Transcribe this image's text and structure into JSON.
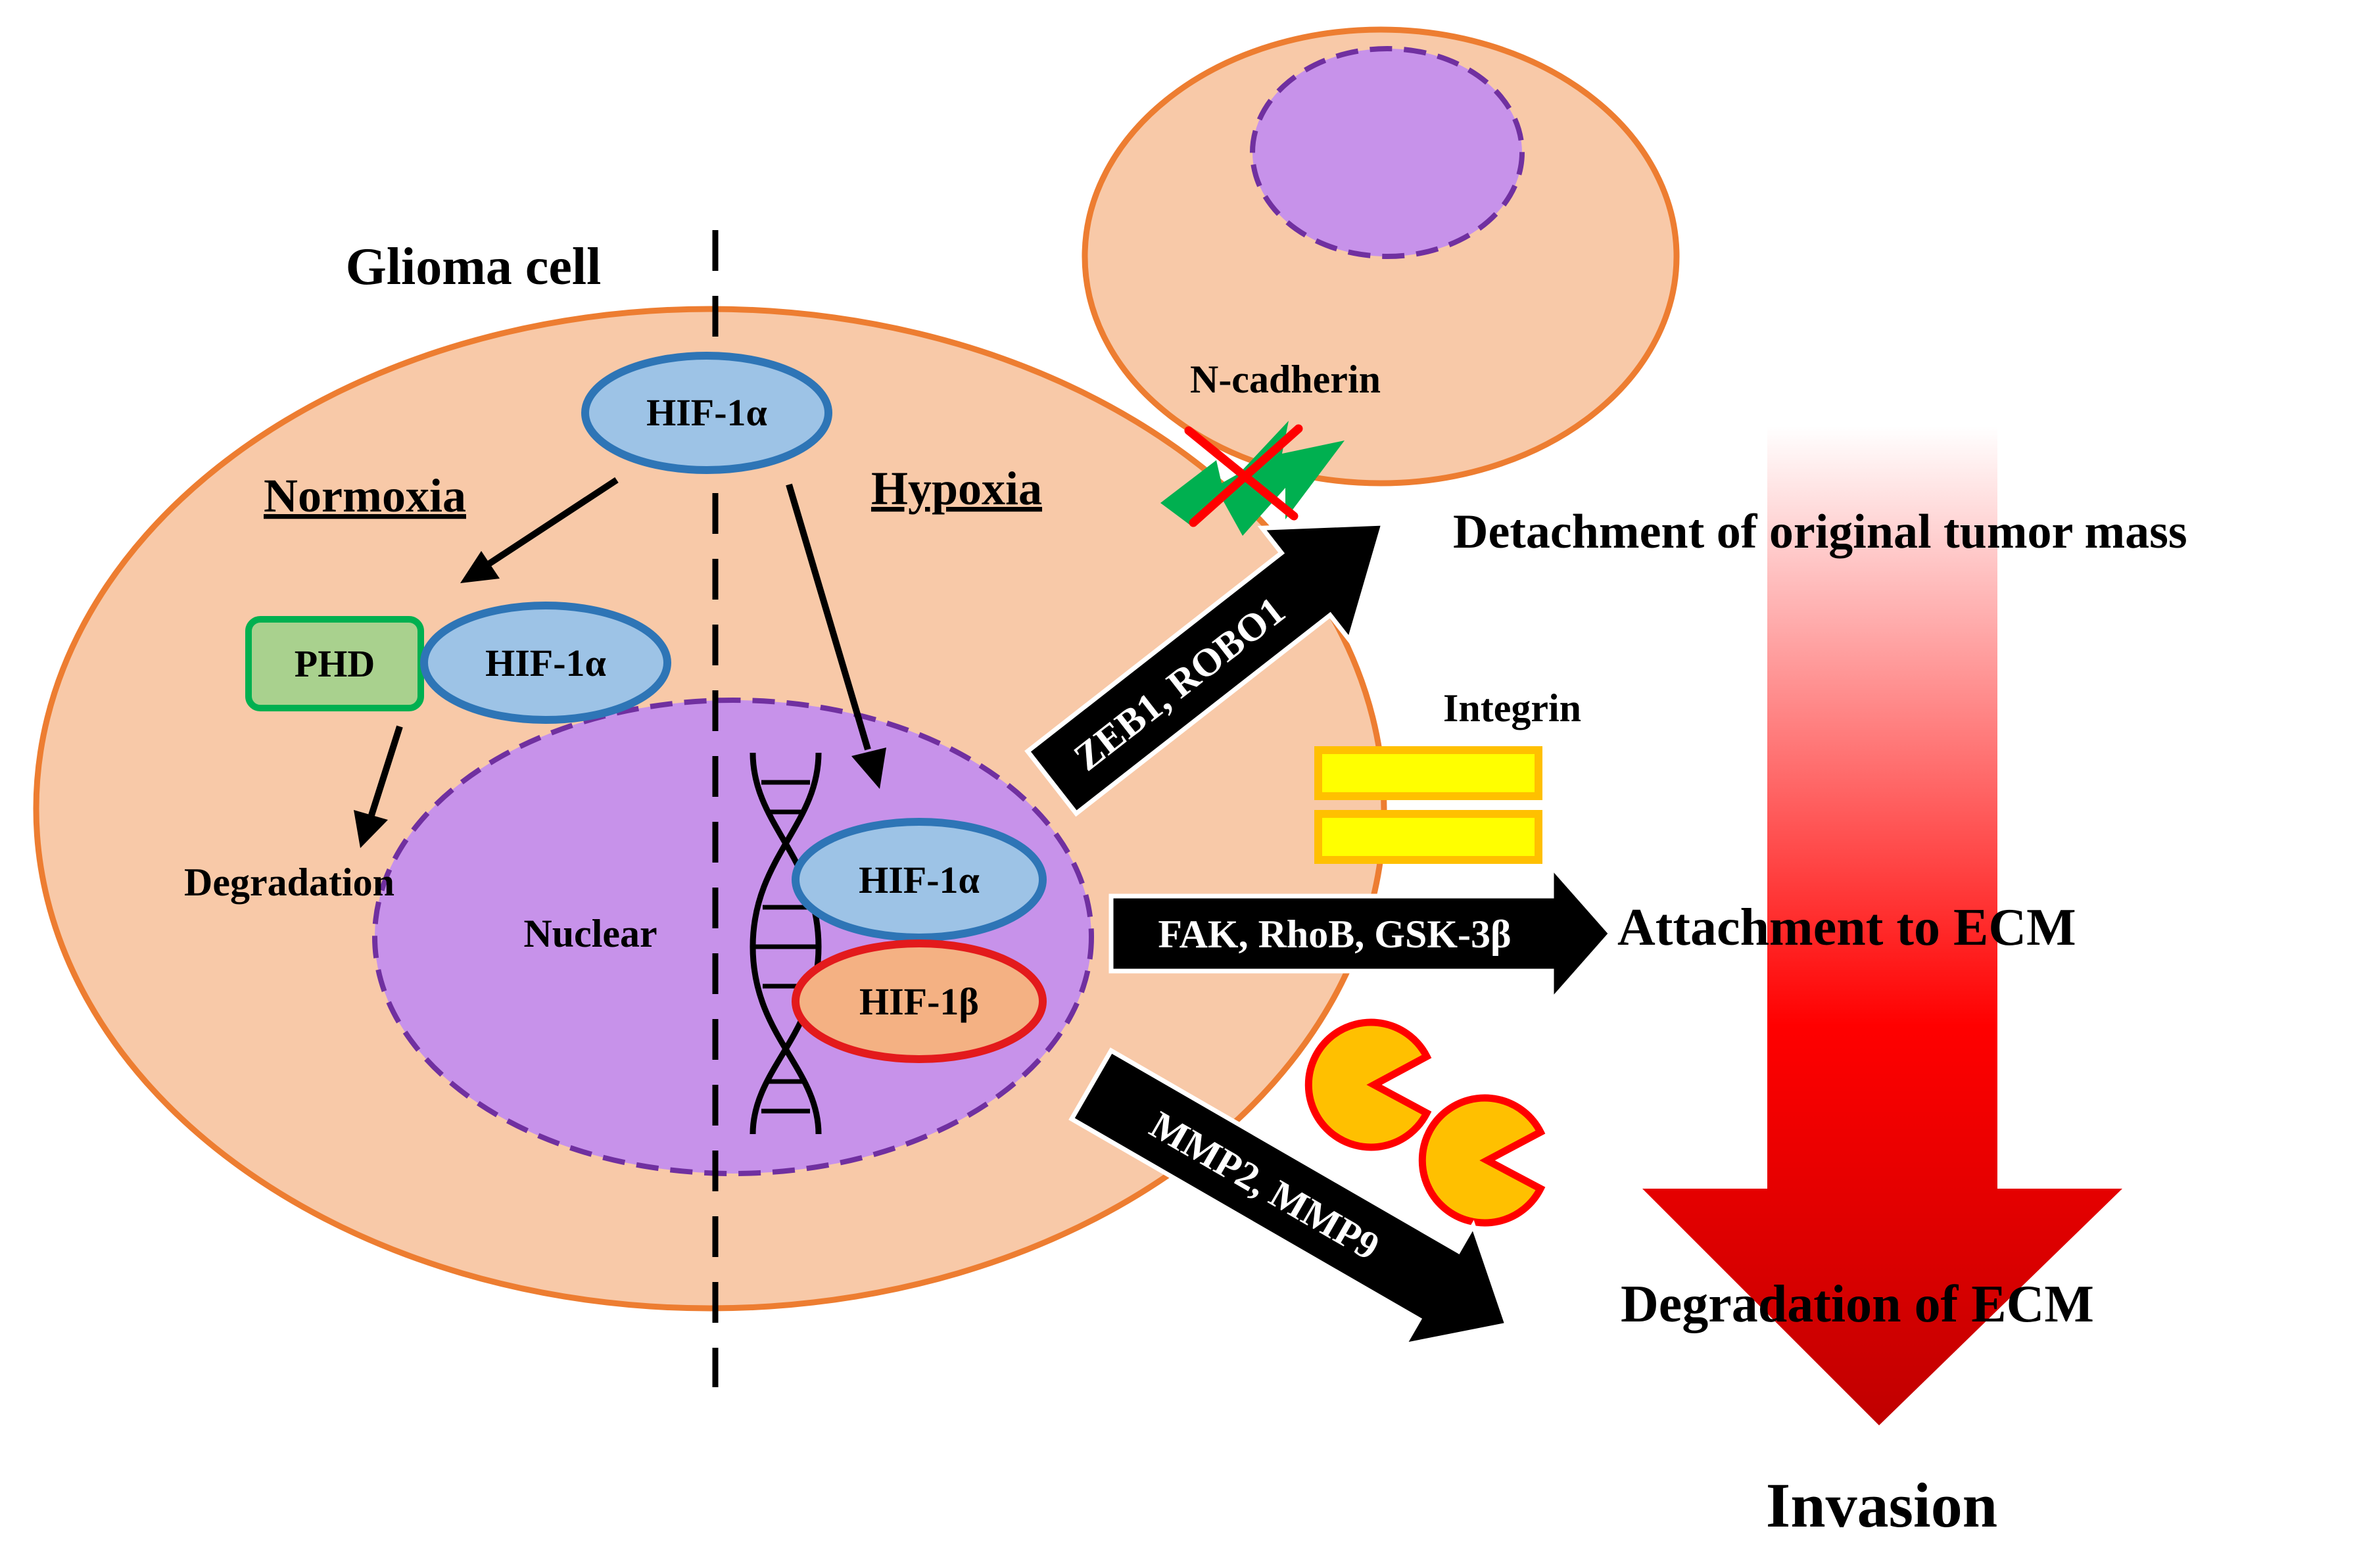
{
  "labels": {
    "glioma_cell": "Glioma cell",
    "normoxia": "Normoxia",
    "hypoxia": "Hypoxia",
    "nuclear": "Nuclear",
    "degradation": "Degradation",
    "n_cadherin": "N-cadherin",
    "integrin": "Integrin",
    "invasion": "Invasion"
  },
  "proteins": {
    "hif1a_top": "HIF-1α",
    "phd": "PHD",
    "hif1a_phd": "HIF-1α",
    "hif1a_nuclear": "HIF-1α",
    "hif1b": "HIF-1β"
  },
  "pathways": {
    "detachment": {
      "arrow_label": "ZEB1, ROBO1",
      "outcome": "Detachment of original tumor mass"
    },
    "attachment": {
      "arrow_label": "FAK, RhoB, GSK-3β",
      "outcome": "Attachment to ECM"
    },
    "degradation": {
      "arrow_label": "MMP2, MMP9",
      "outcome": "Degradation of ECM"
    }
  },
  "colors": {
    "cell_fill": "#f8c9a8",
    "cell_stroke": "#ed7d31",
    "nucleus_fill": "#c792ea",
    "nucleus_stroke": "#7030a0",
    "hif1a_fill": "#9dc3e6",
    "hif1a_stroke": "#2e75b6",
    "phd_fill": "#a9d18e",
    "phd_stroke": "#00b050",
    "hif1b_fill": "#f4b183",
    "hif1b_stroke": "#e31a1c",
    "integrin_fill": "#ffff00",
    "integrin_stroke": "#ffc000",
    "mmp_fill": "#ffc000",
    "mmp_stroke": "#ff0000",
    "cadherin_fill": "#00b050",
    "cross_color": "#ff0000",
    "invasion_arrow": "#ff0000"
  },
  "icons": [
    "dna-helix-icon",
    "n-cadherin-lightning-icon",
    "integrin-bar-icon",
    "mmp-pacman-icon"
  ]
}
